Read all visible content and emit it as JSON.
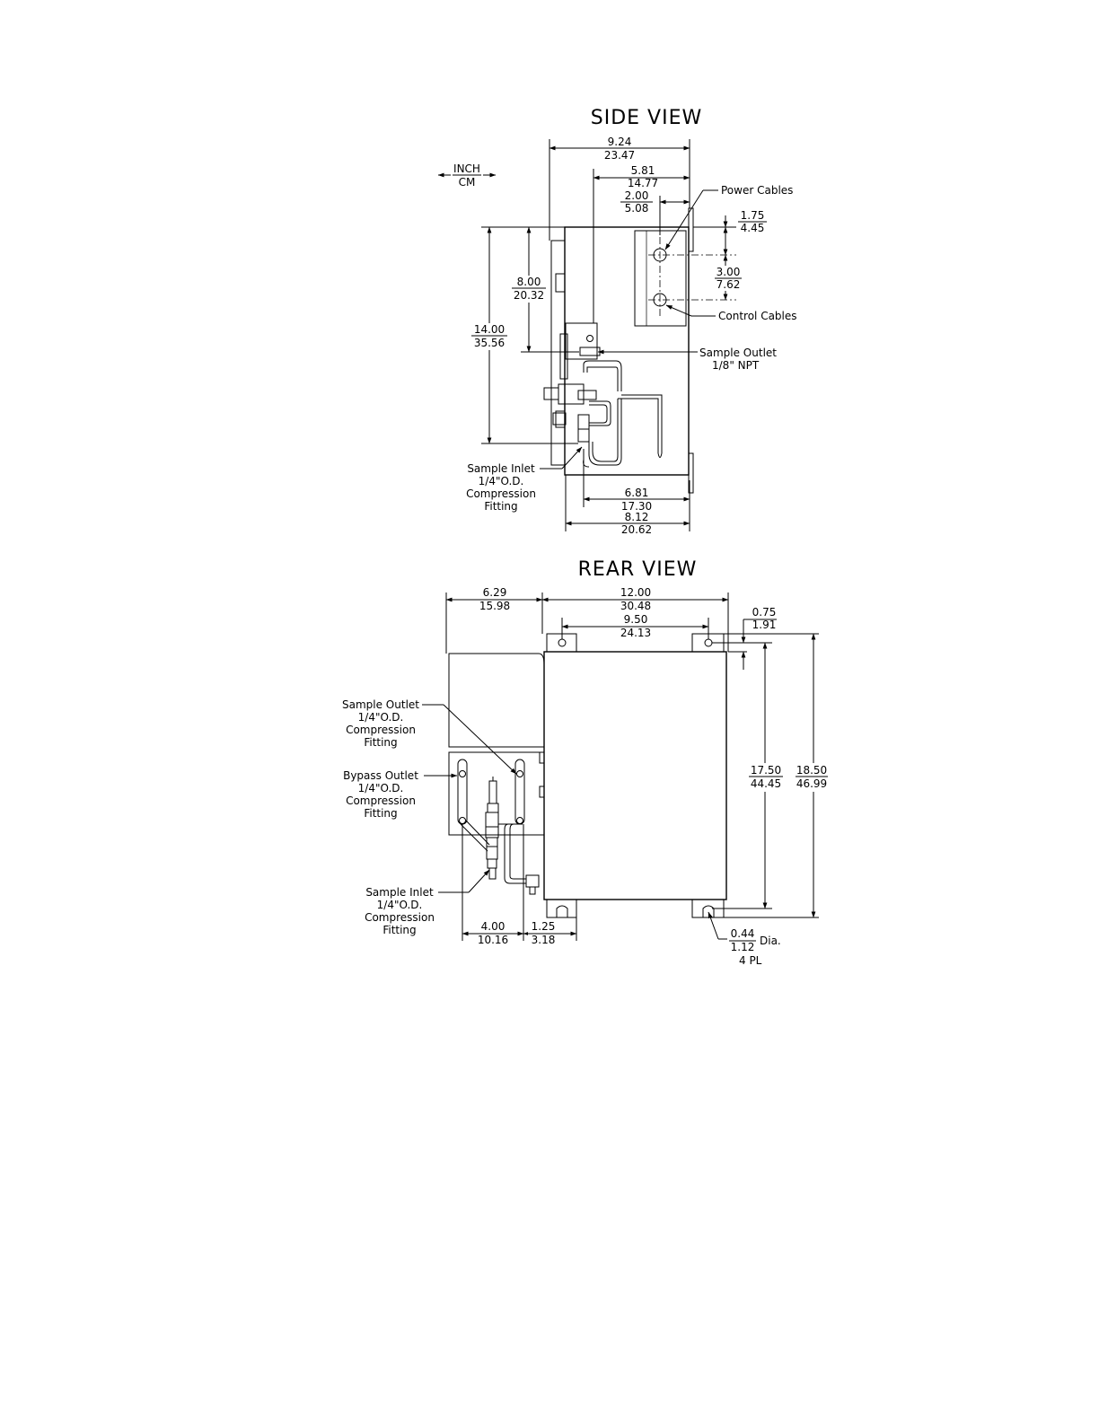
{
  "side_view": {
    "title": "SIDE VIEW",
    "units": {
      "top": "INCH",
      "bottom": "CM"
    },
    "dims": {
      "overall_depth": {
        "in": "9.24",
        "cm": "23.47"
      },
      "to_pipe": {
        "in": "5.81",
        "cm": "14.77"
      },
      "to_cables": {
        "in": "2.00",
        "cm": "5.08"
      },
      "cable_top": {
        "in": "1.75",
        "cm": "4.45"
      },
      "cable_spacing": {
        "in": "3.00",
        "cm": "7.62"
      },
      "to_outlet": {
        "in": "8.00",
        "cm": "20.32"
      },
      "height": {
        "in": "14.00",
        "cm": "35.56"
      },
      "inlet_depth": {
        "in": "6.81",
        "cm": "17.30"
      },
      "body_depth": {
        "in": "8.12",
        "cm": "20.62"
      }
    },
    "labels": {
      "power_cables": "Power Cables",
      "control_cables": "Control Cables",
      "sample_outlet_1": "Sample Outlet",
      "sample_outlet_2": "1/8\" NPT",
      "sample_inlet_1": "Sample Inlet",
      "sample_inlet_2": "1/4\"O.D.",
      "sample_inlet_3": "Compression",
      "sample_inlet_4": "Fitting"
    }
  },
  "rear_view": {
    "title": "REAR VIEW",
    "dims": {
      "panel_width": {
        "in": "6.29",
        "cm": "15.98"
      },
      "body_width": {
        "in": "12.00",
        "cm": "30.48"
      },
      "mount_spacing": {
        "in": "9.50",
        "cm": "24.13"
      },
      "mount_offset": {
        "in": "0.75",
        "cm": "1.91"
      },
      "mount_height": {
        "in": "17.50",
        "cm": "44.45"
      },
      "overall_height": {
        "in": "18.50",
        "cm": "46.99"
      },
      "pipe_spacing": {
        "in": "4.00",
        "cm": "10.16"
      },
      "slot_offset": {
        "in": "1.25",
        "cm": "3.18"
      },
      "hole": {
        "in": "0.44",
        "cm": "1.12",
        "suffix": "Dia.",
        "note": "4 PL"
      }
    },
    "labels": {
      "sample_outlet": [
        "Sample Outlet",
        "1/4\"O.D.",
        "Compression",
        "Fitting"
      ],
      "bypass_outlet": [
        "Bypass Outlet",
        "1/4\"O.D.",
        "Compression",
        "Fitting"
      ],
      "sample_inlet": [
        "Sample Inlet",
        "1/4\"O.D.",
        "Compression",
        "Fitting"
      ]
    }
  }
}
